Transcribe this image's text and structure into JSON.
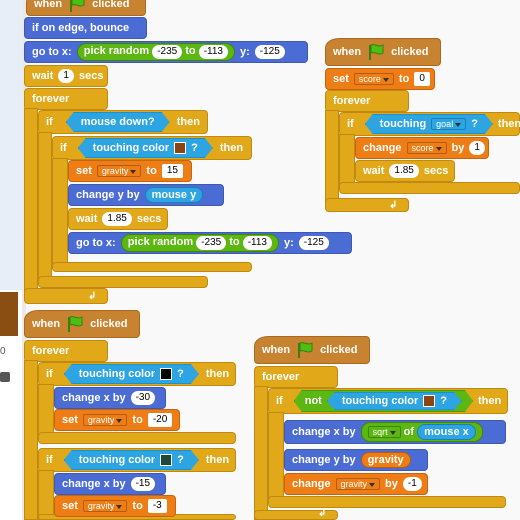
{
  "labels": {
    "when": "when",
    "clicked": "clicked",
    "if_on_edge": "if on edge, bounce",
    "go_to_x": "go to x:",
    "y": "y:",
    "pick_random": "pick random",
    "to": "to",
    "wait": "wait",
    "secs": "secs",
    "forever": "forever",
    "if": "if",
    "then": "then",
    "mouse_down": "mouse down?",
    "touching_color": "touching color",
    "touching": "touching",
    "q": "?",
    "set": "set",
    "change": "change",
    "by": "by",
    "change_y_by": "change y by",
    "change_x_by": "change x by",
    "mouse_y": "mouse y",
    "mouse_x": "mouse x",
    "not": "not",
    "of": "of"
  },
  "values": {
    "rand_lo_1": "-235",
    "rand_hi_1": "-113",
    "goto_y_1": "-125",
    "wait_1": "1",
    "set_gravity_1": "15",
    "wait_185": "1.85",
    "rand_lo_2": "-235",
    "rand_hi_2": "-113",
    "goto_y_2": "-125",
    "set_score": "0",
    "change_score": "1",
    "wait_185b": "1.85",
    "change_x_1": "-30",
    "set_gravity_2": "-20",
    "change_x_2": "-15",
    "set_gravity_3": "-3",
    "change_gravity": "-1"
  },
  "dropdowns": {
    "gravity": "gravity",
    "score": "score",
    "goal": "goal",
    "sqrt": "sqrt"
  },
  "colors": {
    "brown": "#8b4513",
    "black": "#000000",
    "dark_teal": "#1f4a3a",
    "events": "#c88330",
    "control": "#e1a91a",
    "motion": "#4a6cd4",
    "data": "#ee7d16",
    "operators": "#5cb712",
    "sensing": "#2ca5e2"
  },
  "sidebar": {
    "value": "0"
  }
}
